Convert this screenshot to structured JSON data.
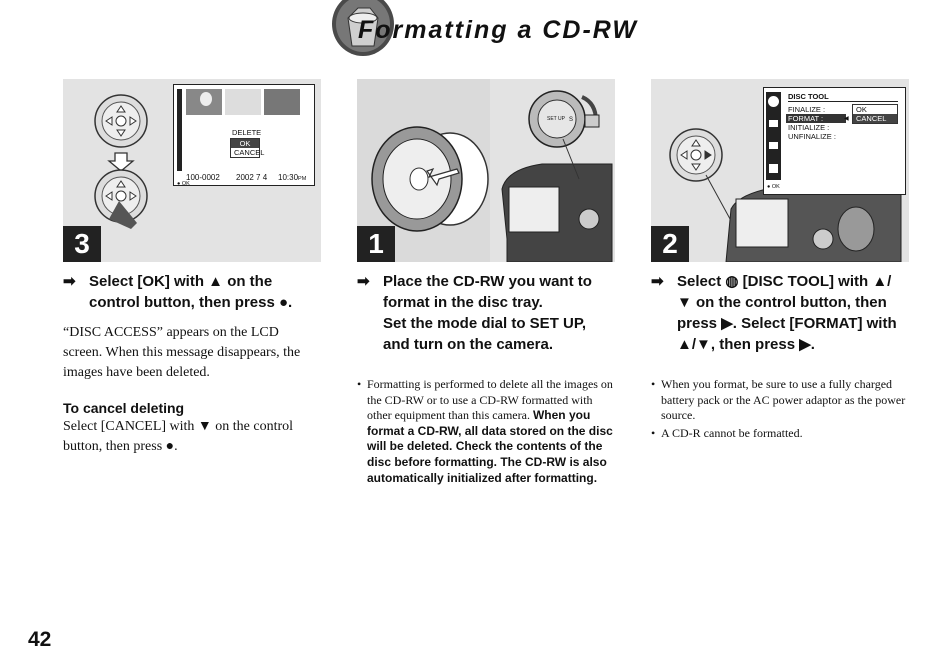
{
  "header": {
    "title": "Formatting a CD-RW"
  },
  "page_number": "42",
  "step3": {
    "badge": "3",
    "lcd": {
      "menu_title": "DELETE",
      "options": [
        "OK",
        "CANCEL"
      ],
      "file_number": "100-0002",
      "date": "2002  7  4",
      "time": "10:30",
      "time_suffix": "PM",
      "ok_hint": "OK"
    },
    "instruction_lines": [
      "Select [OK] with ▲ on the",
      "control button, then press ●."
    ],
    "body": "“DISC ACCESS” appears on the LCD screen. When this message disappears, the images have been deleted.",
    "cancel_heading": "To cancel deleting",
    "cancel_body": "Select [CANCEL] with ▼ on the control button, then press ●."
  },
  "step1": {
    "badge": "1",
    "dial_labels": {
      "setup": "SET UP",
      "s": "S"
    },
    "instruction_lines": [
      "Place the CD-RW you want to",
      "format in the disc tray.",
      "Set the mode dial to SET UP,",
      "and turn on the camera."
    ],
    "bullet_plain": "Formatting is performed to delete all the images on the CD-RW or to use a CD-RW formatted with other equipment than this camera.",
    "bullet_bold": "When you format a CD-RW, all data stored on the disc will be deleted. Check the contents of the disc before formatting. The CD-RW is also automatically initialized after formatting."
  },
  "step2": {
    "badge": "2",
    "lcd": {
      "menu_title": "DISC TOOL",
      "items": [
        "FINALIZE :",
        "FORMAT :",
        "INITIALIZE :",
        "UNFINALIZE :"
      ],
      "options": [
        "OK",
        "CANCEL"
      ],
      "ok_hint": "OK"
    },
    "instruction_lines": [
      "Select ◍ [DISC TOOL] with ▲/",
      "▼ on the control button, then",
      "press ▶. Select [FORMAT] with",
      "▲/▼, then press ▶."
    ],
    "bullets": [
      "When you format, be sure to use a fully charged battery pack or the AC power adaptor as the power source.",
      "A CD-R cannot be formatted."
    ]
  },
  "colors": {
    "panel_bg": "#e3e3e3",
    "badge_bg": "#222222"
  }
}
